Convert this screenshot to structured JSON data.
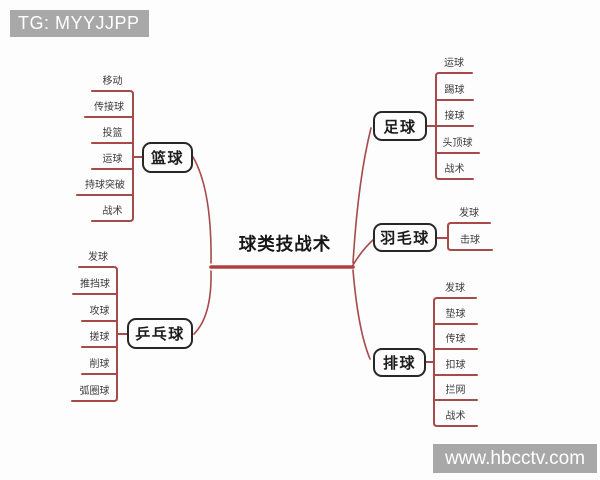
{
  "watermarks": {
    "top_left": "TG: MYYJJPP",
    "bottom_right": "www.hbcctv.com"
  },
  "mindmap": {
    "title": "球类技战术",
    "branches": [
      {
        "id": "basketball",
        "label": "篮球",
        "side": "left",
        "children": [
          "移动",
          "传接球",
          "投篮",
          "运球",
          "持球突破",
          "战术"
        ]
      },
      {
        "id": "table-tennis",
        "label": "乒乓球",
        "side": "left",
        "children": [
          "发球",
          "推挡球",
          "攻球",
          "搓球",
          "削球",
          "弧圈球"
        ]
      },
      {
        "id": "football",
        "label": "足球",
        "side": "right",
        "children": [
          "运球",
          "踢球",
          "接球",
          "头顶球",
          "战术"
        ]
      },
      {
        "id": "badminton",
        "label": "羽毛球",
        "side": "right",
        "children": [
          "发球",
          "击球"
        ]
      },
      {
        "id": "volleyball",
        "label": "排球",
        "side": "right",
        "children": [
          "发球",
          "垫球",
          "传球",
          "扣球",
          "拦网",
          "战术"
        ]
      }
    ]
  },
  "colors": {
    "branch_line": "#a64a4a",
    "center_line": "#ae4040",
    "box_border": "#272727",
    "banner_bg": "#a8a8a8",
    "banner_text": "#ffffff"
  }
}
